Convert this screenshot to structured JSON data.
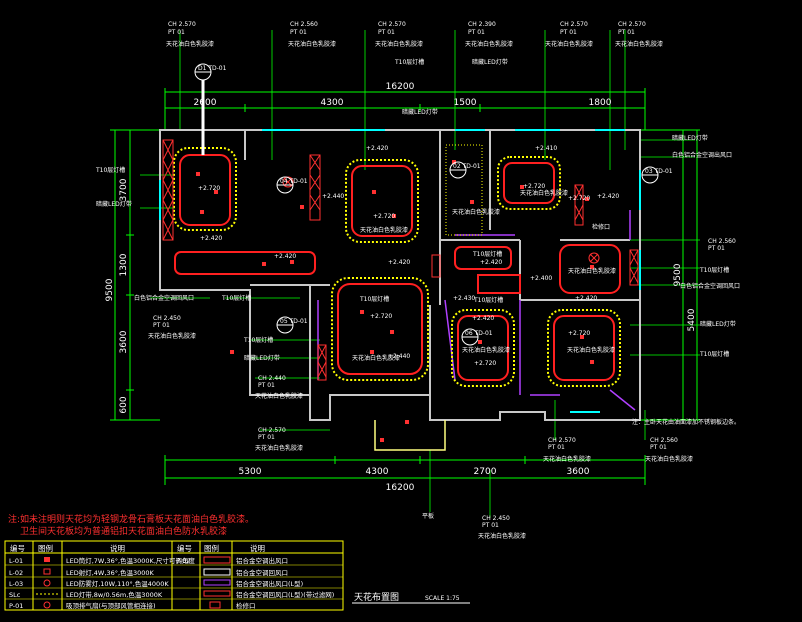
{
  "colors": {
    "background": "#000000",
    "wall": "#c8c8c8",
    "dimension": "#00ff00",
    "ceiling_outline": "#ff2020",
    "led_strip": "#ffff00",
    "partition": "#b040ff",
    "window": "#00ffff",
    "note_text": "#ffffff",
    "warning_text": "#ff3030"
  },
  "dimensions": {
    "top": [
      "2600",
      "4300",
      "1500",
      "1800"
    ],
    "top_total": "16200",
    "bottom": [
      "5300",
      "4300",
      "2700",
      "3600"
    ],
    "bottom_total": "16200",
    "left": [
      "3700",
      "1300",
      "3600",
      "600"
    ],
    "left_total": "9500",
    "right": [
      "5400"
    ],
    "right_total": "9500"
  },
  "ceiling_height_tags": [
    {
      "ch": "CH 2.570",
      "pt": "PT 01"
    },
    {
      "ch": "CH 2.560",
      "pt": "PT 01"
    },
    {
      "ch": "CH 2.570",
      "pt": "PT 01"
    },
    {
      "ch": "CH 2.390",
      "pt": "PT 01"
    },
    {
      "ch": "CH 2.570",
      "pt": "PT 01"
    },
    {
      "ch": "CH 2.570",
      "pt": "PT 01"
    },
    {
      "ch": "CH 2.560",
      "pt": "PT 01"
    },
    {
      "ch": "CH 2.450",
      "pt": "PT 01"
    },
    {
      "ch": "CH 2.440",
      "pt": "PT 01"
    },
    {
      "ch": "CH 2.570",
      "pt": "PT 01"
    },
    {
      "ch": "CH 2.570",
      "pt": "PT 01"
    },
    {
      "ch": "CH 2.560",
      "pt": "PT 01"
    },
    {
      "ch": "CH 2.450",
      "pt": "PT 01"
    }
  ],
  "levels": [
    "+2.720",
    "+2.420",
    "+2.440",
    "+2.410",
    "+2.400",
    "+2.420",
    "+2.430"
  ],
  "section_marks": [
    "D1 TD-01",
    "04 TD-01",
    "02 TD-01",
    "03 TD-01",
    "05 TD-01",
    "06 TD-01"
  ],
  "callouts": {
    "paint": "天花油白色乳胶漆",
    "wood": "T10层灯槽",
    "hidden_led": "暗藏LED灯带",
    "ac_vent": "白色铝合金空调回风口",
    "ac_vent_short": "白色铝合金空调出风口",
    "paint_note": "注：主卧天花由油面漆加不锈钢板边条。",
    "board": "平板",
    "hole": "检修口"
  },
  "warnings": [
    "注:如未注明则天花均为轻钢龙骨石膏板天花面油白色乳胶漆。",
    "卫生间天花板均为普通铝扣天花面油白色防水乳胶漆"
  ],
  "legend": {
    "headers": [
      "编号",
      "图例",
      "说明",
      "编号",
      "图例",
      "说明"
    ],
    "rows": [
      {
        "code": "L-01",
        "desc": "LED筒灯,7W,36°,色温3000K,尺寸可调角度",
        "code2": "P-02",
        "desc2": "铝合金空调出风口"
      },
      {
        "code": "L-02",
        "desc": "LED射灯,4W,36°,色温3000K",
        "code2": "",
        "desc2": "铝合金空调回风口"
      },
      {
        "code": "L-03",
        "desc": "LED防雾灯,10W,110°,色温4000K",
        "code2": "",
        "desc2": "铝合金空调出风口(L型)"
      },
      {
        "code": "SLc",
        "desc": "LED灯带,8w/0.56m,色温3000K",
        "code2": "",
        "desc2": "铝合金空调回风口(L型)(带过滤网)"
      },
      {
        "code": "P-01",
        "desc": "吸顶排气扇(与顶部风管相连接)",
        "code2": "",
        "desc2": "检修口"
      }
    ]
  },
  "drawing_title": "天花布置图",
  "scale_label": "SCALE  1:75"
}
